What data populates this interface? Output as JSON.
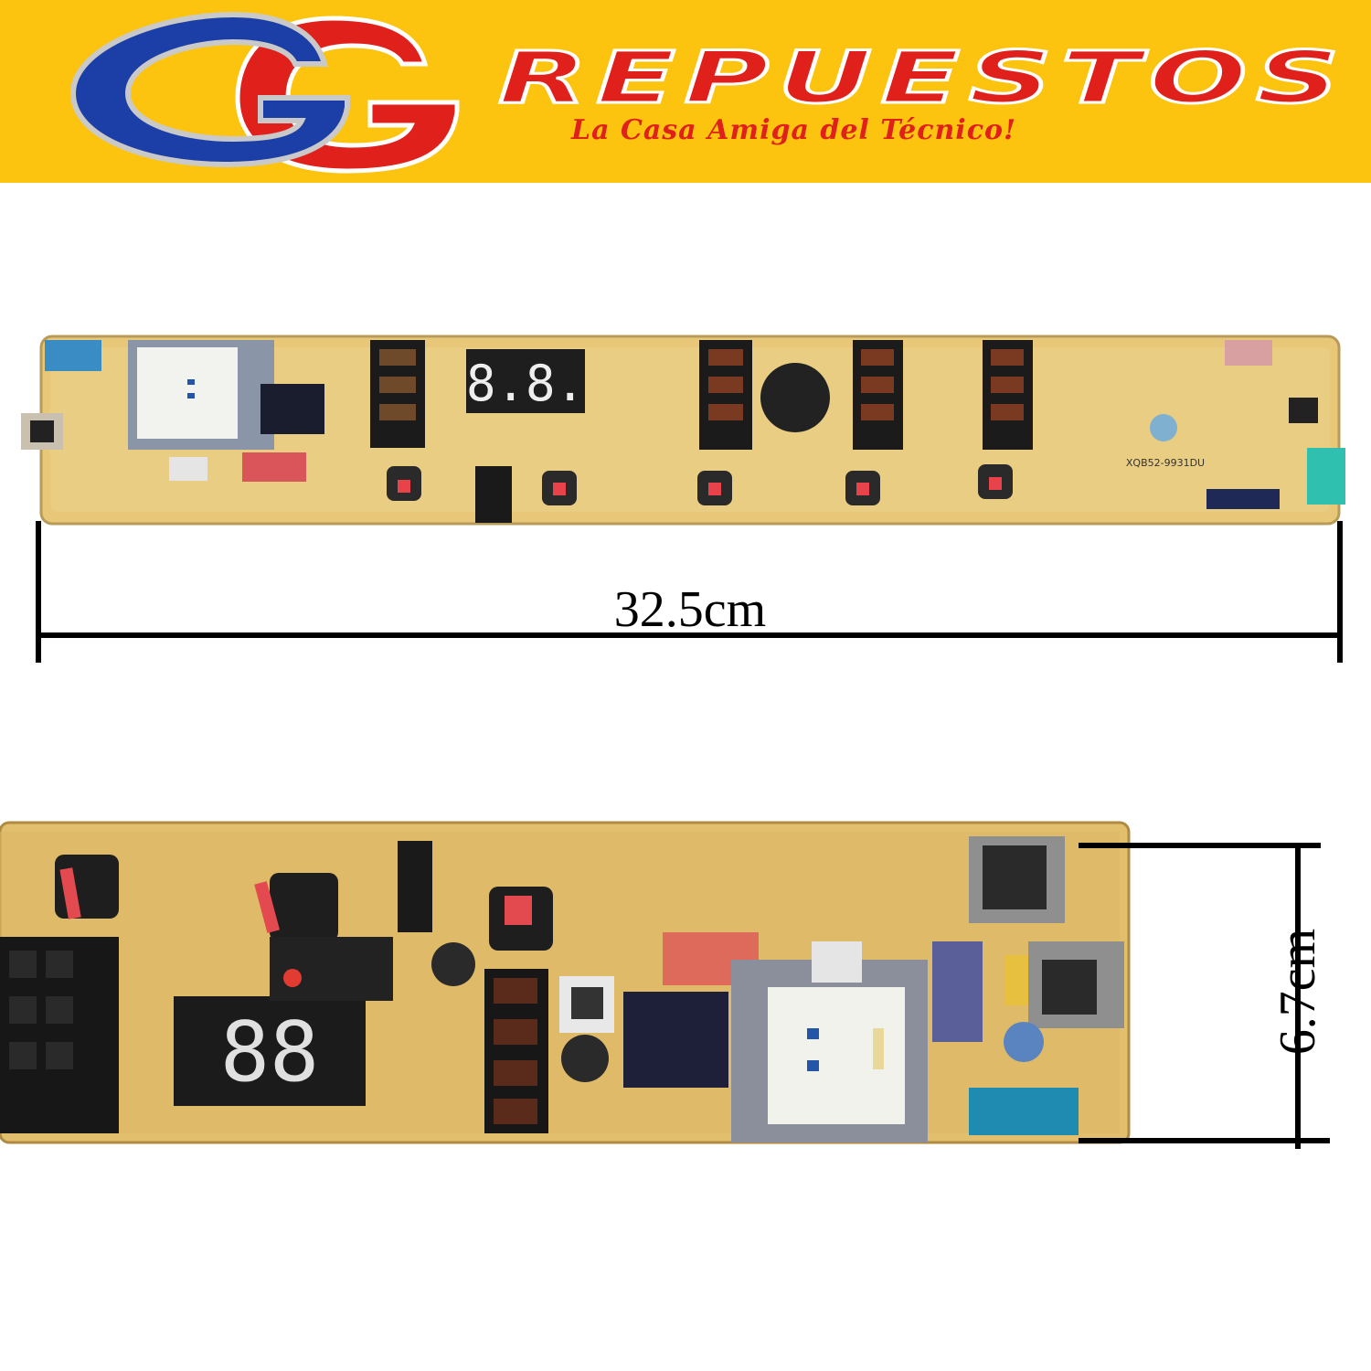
{
  "banner": {
    "logo_letters": "GG",
    "brand": "REPUESTOS",
    "slogan": "La Casa Amiga del Técnico!",
    "colors": {
      "background": "#fcc40f",
      "red": "#e0201b",
      "blue": "#1b3fa6",
      "silver": "#c9c9c9"
    }
  },
  "photo_top": {
    "digit_display": "8.8.",
    "board_label": "XQB52-9931DU",
    "board_color": "#e8c878"
  },
  "photo_bottom": {
    "digit_display": "88"
  },
  "dimensions": {
    "width": "32.5cm",
    "height": "6.7cm"
  }
}
